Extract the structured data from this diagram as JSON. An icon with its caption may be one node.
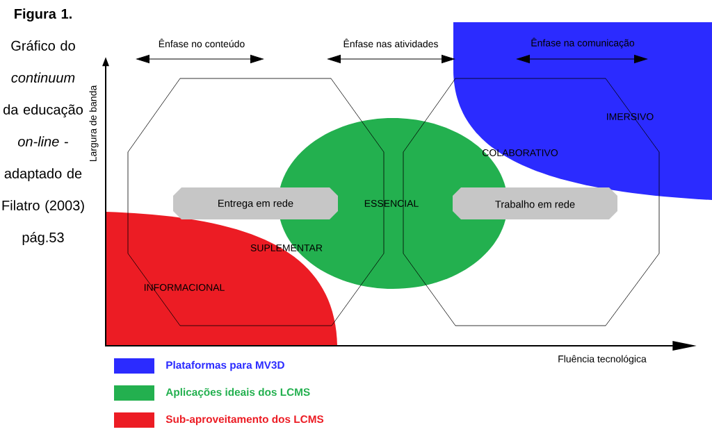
{
  "diagram": {
    "caption": "**Figura 1.** Gráfico do *continuum* da educação *on-line* - adaptado de Filatro (2003) pág.53",
    "nodes": [
      {
        "text": [
          "Entrega em rede"
        ]
      },
      {
        "text": [
          "Trabalho em rede"
        ]
      }
    ],
    "labels": [
      "Ênfase no conteúdo",
      "Ênfase nas atividades",
      "Ênfase na comunicação",
      "Largura de banda",
      "IMERSIVO",
      "COLABORATIVO",
      "ESSENCIAL",
      "SUPLEMENTAR",
      "INFORMACIONAL",
      "Fluência tecnológica"
    ],
    "legend": [
      {
        "text": "Plataformas para MV3D",
        "color": "#2b2bff"
      },
      {
        "text": "Aplicações ideais dos LCMS",
        "color": "#23b04f"
      },
      {
        "text": "Sub-aproveitamento dos LCMS",
        "color": "#ec1c24"
      }
    ]
  }
}
